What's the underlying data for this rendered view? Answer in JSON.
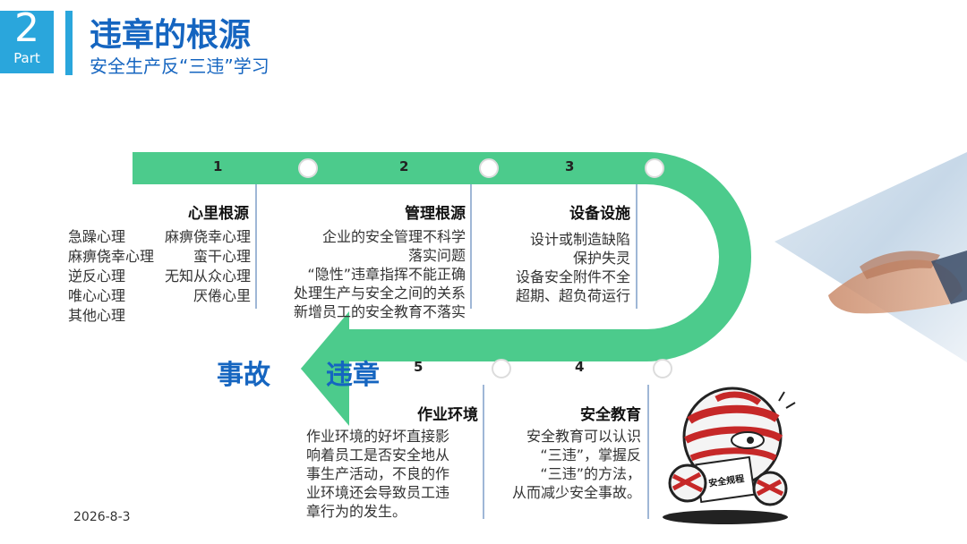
{
  "header": {
    "part_number": "2",
    "part_label": "Part",
    "title": "违章的根源",
    "subtitle": "安全生产反“三违”学习"
  },
  "colors": {
    "accent": "#2aa6dc",
    "brand_blue": "#1565c0",
    "track_green": "#4ccb8c"
  },
  "steps": [
    {
      "number": "1",
      "heading": "心里根源",
      "lines": [
        "急躁心理",
        "麻痹侥幸心理",
        "麻痹侥幸心理",
        "蛮干心理",
        "逆反心理",
        "无知从众心理",
        "唯心心理",
        "厌倦心里",
        "其他心理"
      ]
    },
    {
      "number": "2",
      "heading": "管理根源",
      "lines": [
        "企业的安全管理不科学",
        "落实问题",
        "“隐性”违章指挥不能正确",
        "处理生产与安全之间的关系",
        "新增员工的安全教育不落实"
      ]
    },
    {
      "number": "3",
      "heading": "设备设施",
      "lines": [
        "设计或制造缺陷",
        "保护失灵",
        "设备安全附件不全",
        "超期、超负荷运行"
      ]
    },
    {
      "number": "4",
      "heading": "安全教育",
      "lines": [
        "安全教育可以认识",
        "“三违”，掌握反",
        "“三违”的方法，",
        "从而减少安全事故。"
      ]
    },
    {
      "number": "5",
      "heading": "作业环境",
      "lines": [
        "作业环境的好坏直接影",
        "响着员工是否安全地从",
        "事生产活动，不良的作",
        "业环境还会导致员工违",
        "章行为的发生。"
      ]
    }
  ],
  "arrow_label": "违章",
  "result_label": "事故",
  "sign_text": "安全规程",
  "footer_date": "2026-8-3"
}
